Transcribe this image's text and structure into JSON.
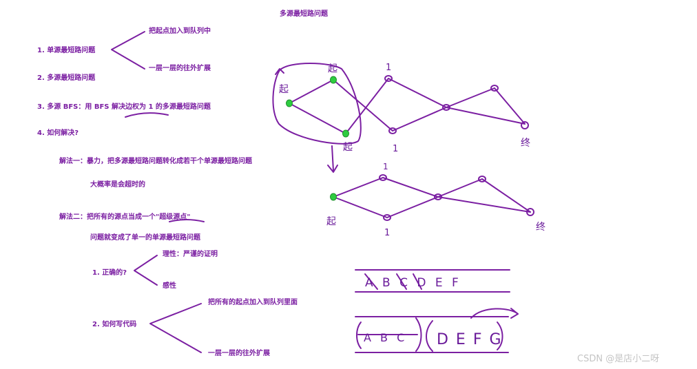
{
  "title": "多源最短路问题",
  "outline": {
    "item1": "1. 单源最短路问题",
    "item1_branch_top": "把起点加入到队列中",
    "item1_branch_bottom": "一层一层的往外扩展",
    "item2": "2. 多源最短路问题",
    "item3": "3. 多源 BFS：用 BFS 解决边权为 1 的多源最短路问题",
    "item4": "4. 如何解决?",
    "solution1": "解法一：暴力，把多源最短路问题转化成若干个单源最短路问题",
    "solution1_note": "大概率是会超时的",
    "solution2": "解法二：把所有的源点当成一个\"超级源点\"",
    "solution2_note": "问题就变成了单一的单源最短路问题",
    "sub1": "1. 正确的?",
    "sub1_branch_top": "理性：严谨的证明",
    "sub1_branch_bottom": "感性",
    "sub2": "2. 如何写代码",
    "sub2_branch_top": "把所有的起点加入到队列里面",
    "sub2_branch_bottom": "一层一层的往外扩展"
  },
  "sketch": {
    "start_mark": "起",
    "end_mark": "终",
    "layer_one": "1",
    "queue_top": "A B C D E F",
    "queue_bottom_left": "A B C",
    "queue_bottom_right": "D E F G"
  },
  "colors": {
    "text": "#7b1fa2",
    "ink": "#6a1b9a",
    "source_node": "#2ecc40"
  },
  "watermark": "CSDN @是店小二呀"
}
